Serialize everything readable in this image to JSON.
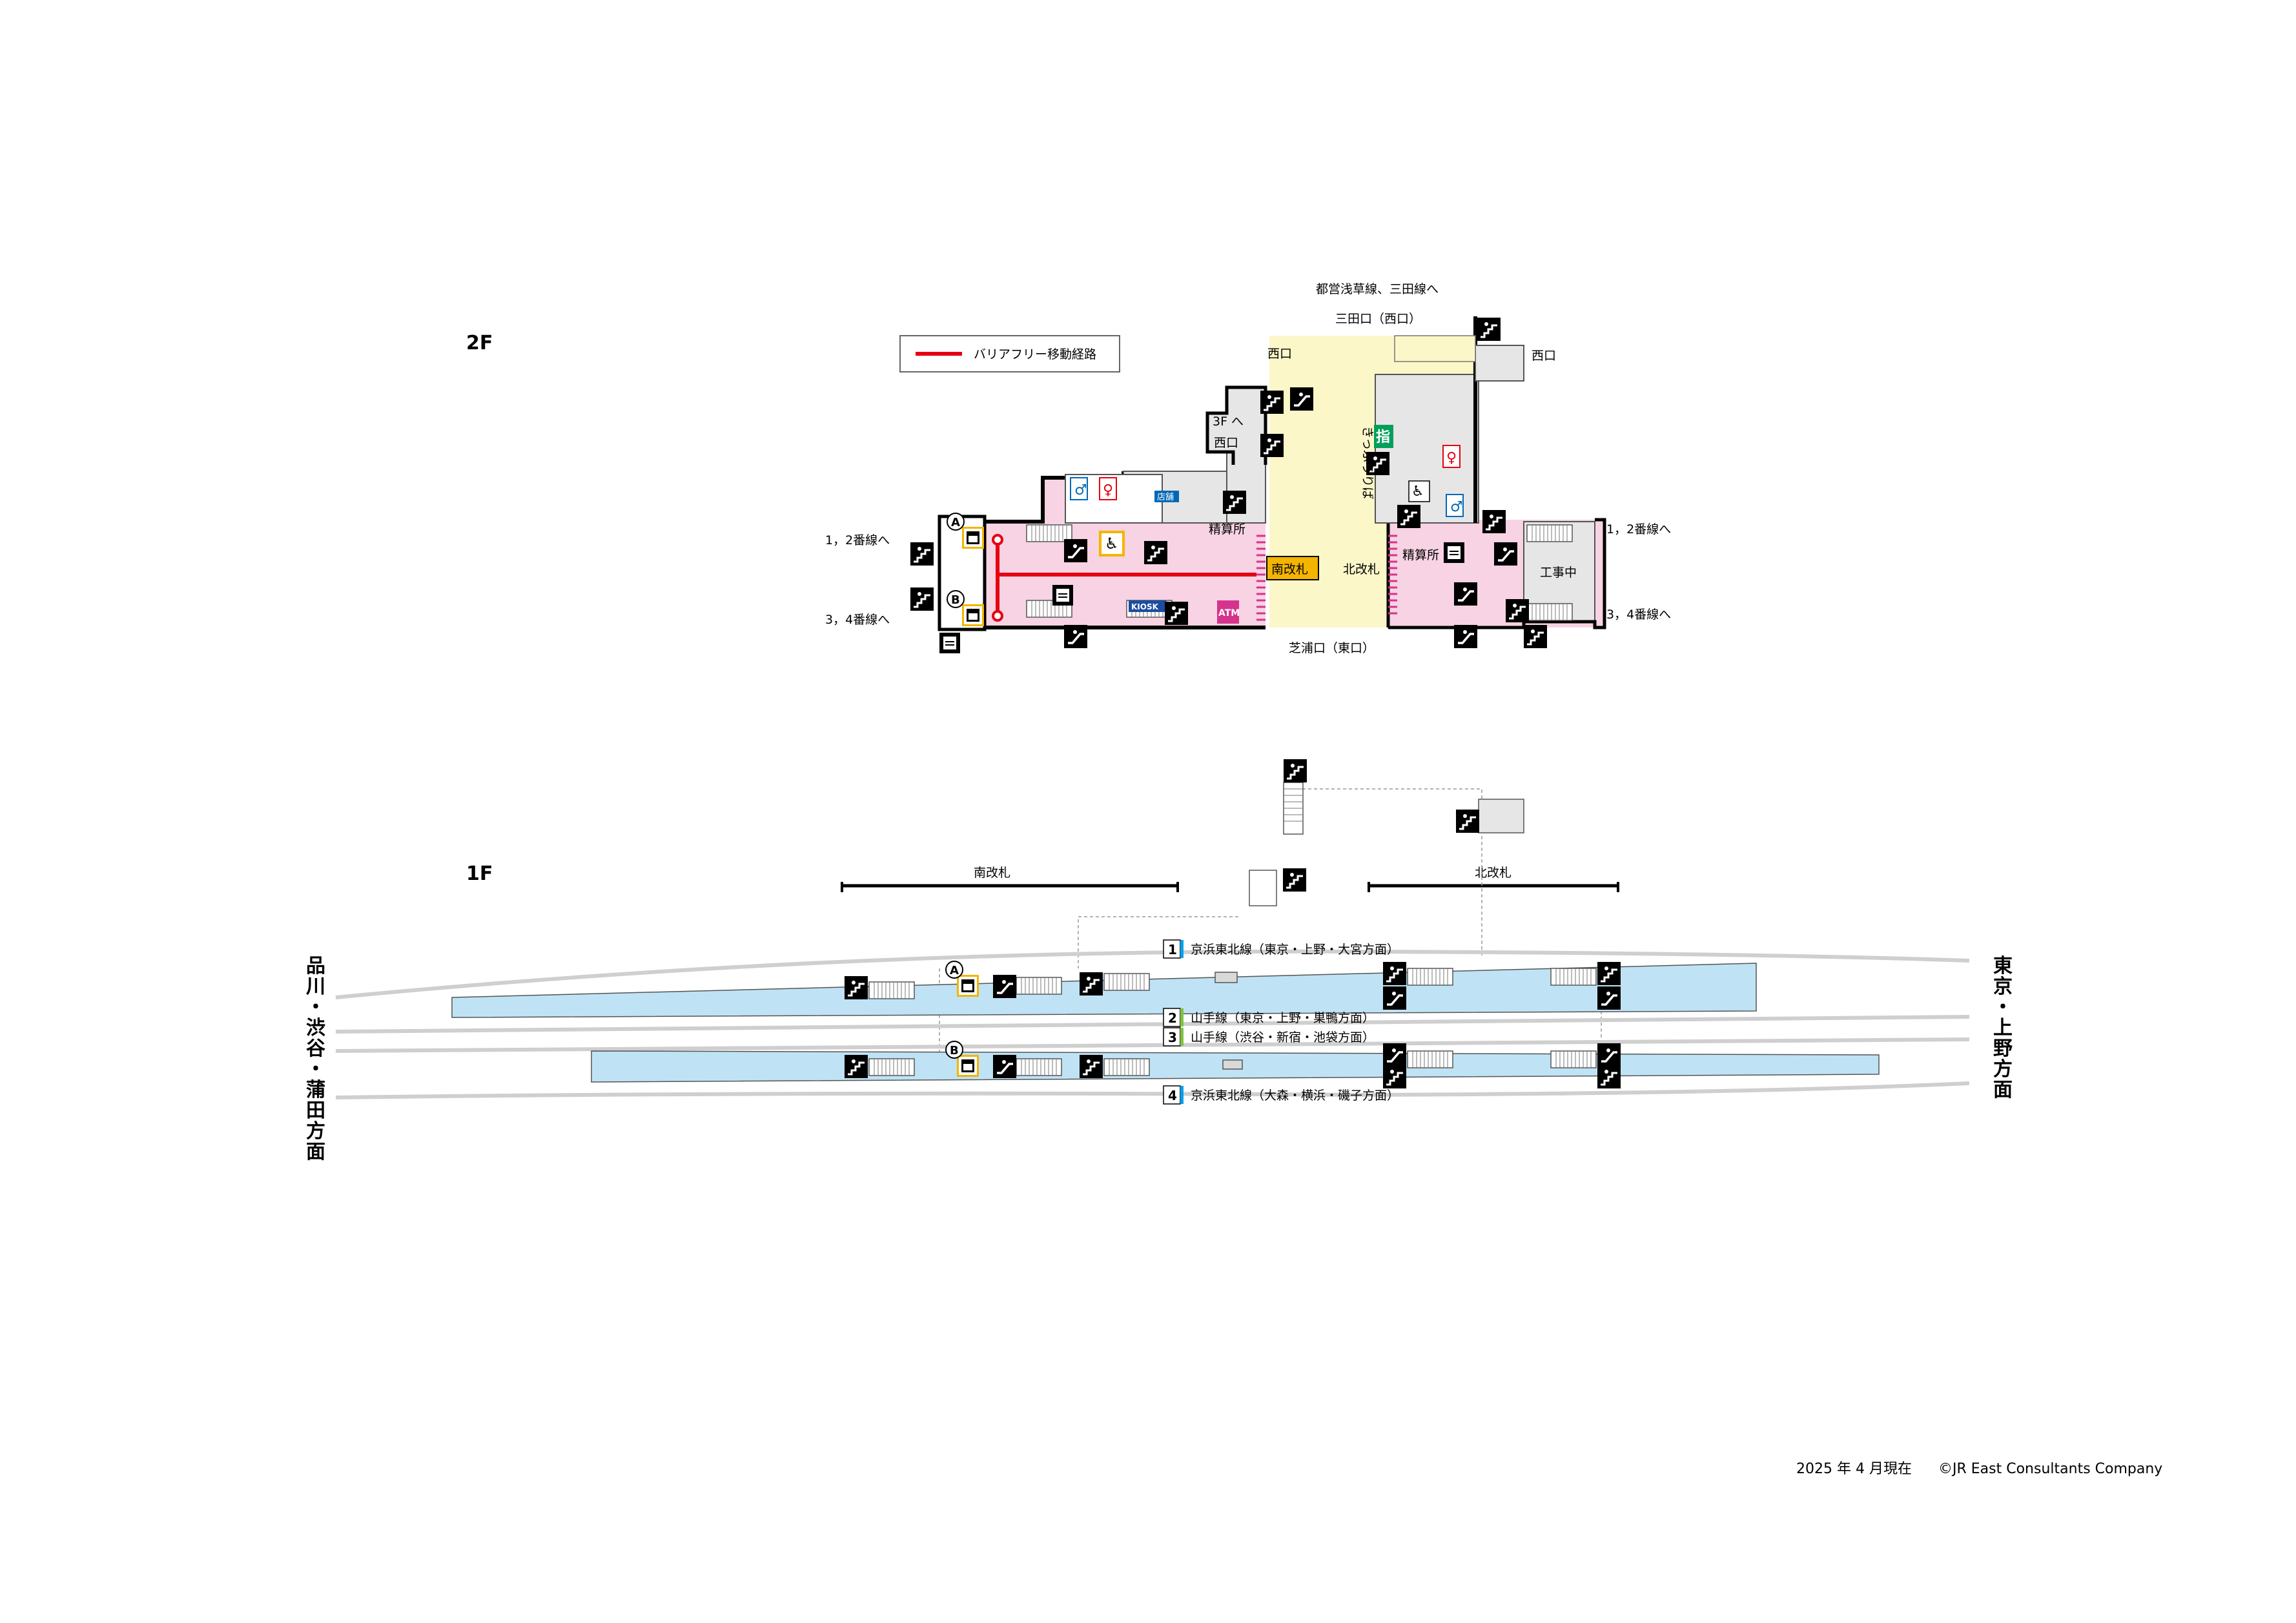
{
  "floors": {
    "f2": "2F",
    "f1": "1F"
  },
  "legend": {
    "barrier_free_route": "バリアフリー移動経路"
  },
  "f2": {
    "top_line": "都営浅草線、三田線へ",
    "mita_exit": "三田口（西口）",
    "west_exit": "西口",
    "west_exit_3f": "西口",
    "west_exit_right": "西口",
    "to_3f": "3F へ",
    "to_platform_12_left": "1，2番線へ",
    "to_platform_34_left": "3，4番線へ",
    "to_platform_12_right": "1，2番線へ",
    "to_platform_34_right": "3，4番線へ",
    "south_gate": "南改札",
    "north_gate": "北改札",
    "fare_adjust_s": "精算所",
    "fare_adjust_n": "精算所",
    "ticket_office": "きっぷうりば",
    "shop": "店舗",
    "kiosk": "KIOSK",
    "atm": "ATM",
    "construction": "工事中",
    "reserved_seat": "指",
    "shibaura_exit": "芝浦口（東口）",
    "elevator_a": "A",
    "elevator_b": "B"
  },
  "f1": {
    "south_gate": "南改札",
    "north_gate": "北改札",
    "direction_west": "品川・渋谷・蒲田方面",
    "direction_east": "東京・上野方面",
    "elevator_a": "A",
    "elevator_b": "B",
    "tracks": [
      {
        "num": "1",
        "label": "京浜東北線（東京・上野・大宮方面）",
        "color": "#00a0e9"
      },
      {
        "num": "2",
        "label": "山手線（東京・上野・巣鴨方面）",
        "color": "#80c241"
      },
      {
        "num": "3",
        "label": "山手線（渋谷・新宿・池袋方面）",
        "color": "#80c241"
      },
      {
        "num": "4",
        "label": "京浜東北線（大森・横浜・磯子方面）",
        "color": "#00a0e9"
      }
    ]
  },
  "footer": {
    "date": "2025 年 4 月現在",
    "copyright": "©JR East Consultants Company"
  },
  "colors": {
    "concourse": "#f7d3e3",
    "gate_area": "#fbf7c8",
    "platform": "#bfe3f5",
    "route": "#e60012",
    "elevator": "#f4b400",
    "gray": "#e6e6e6"
  }
}
